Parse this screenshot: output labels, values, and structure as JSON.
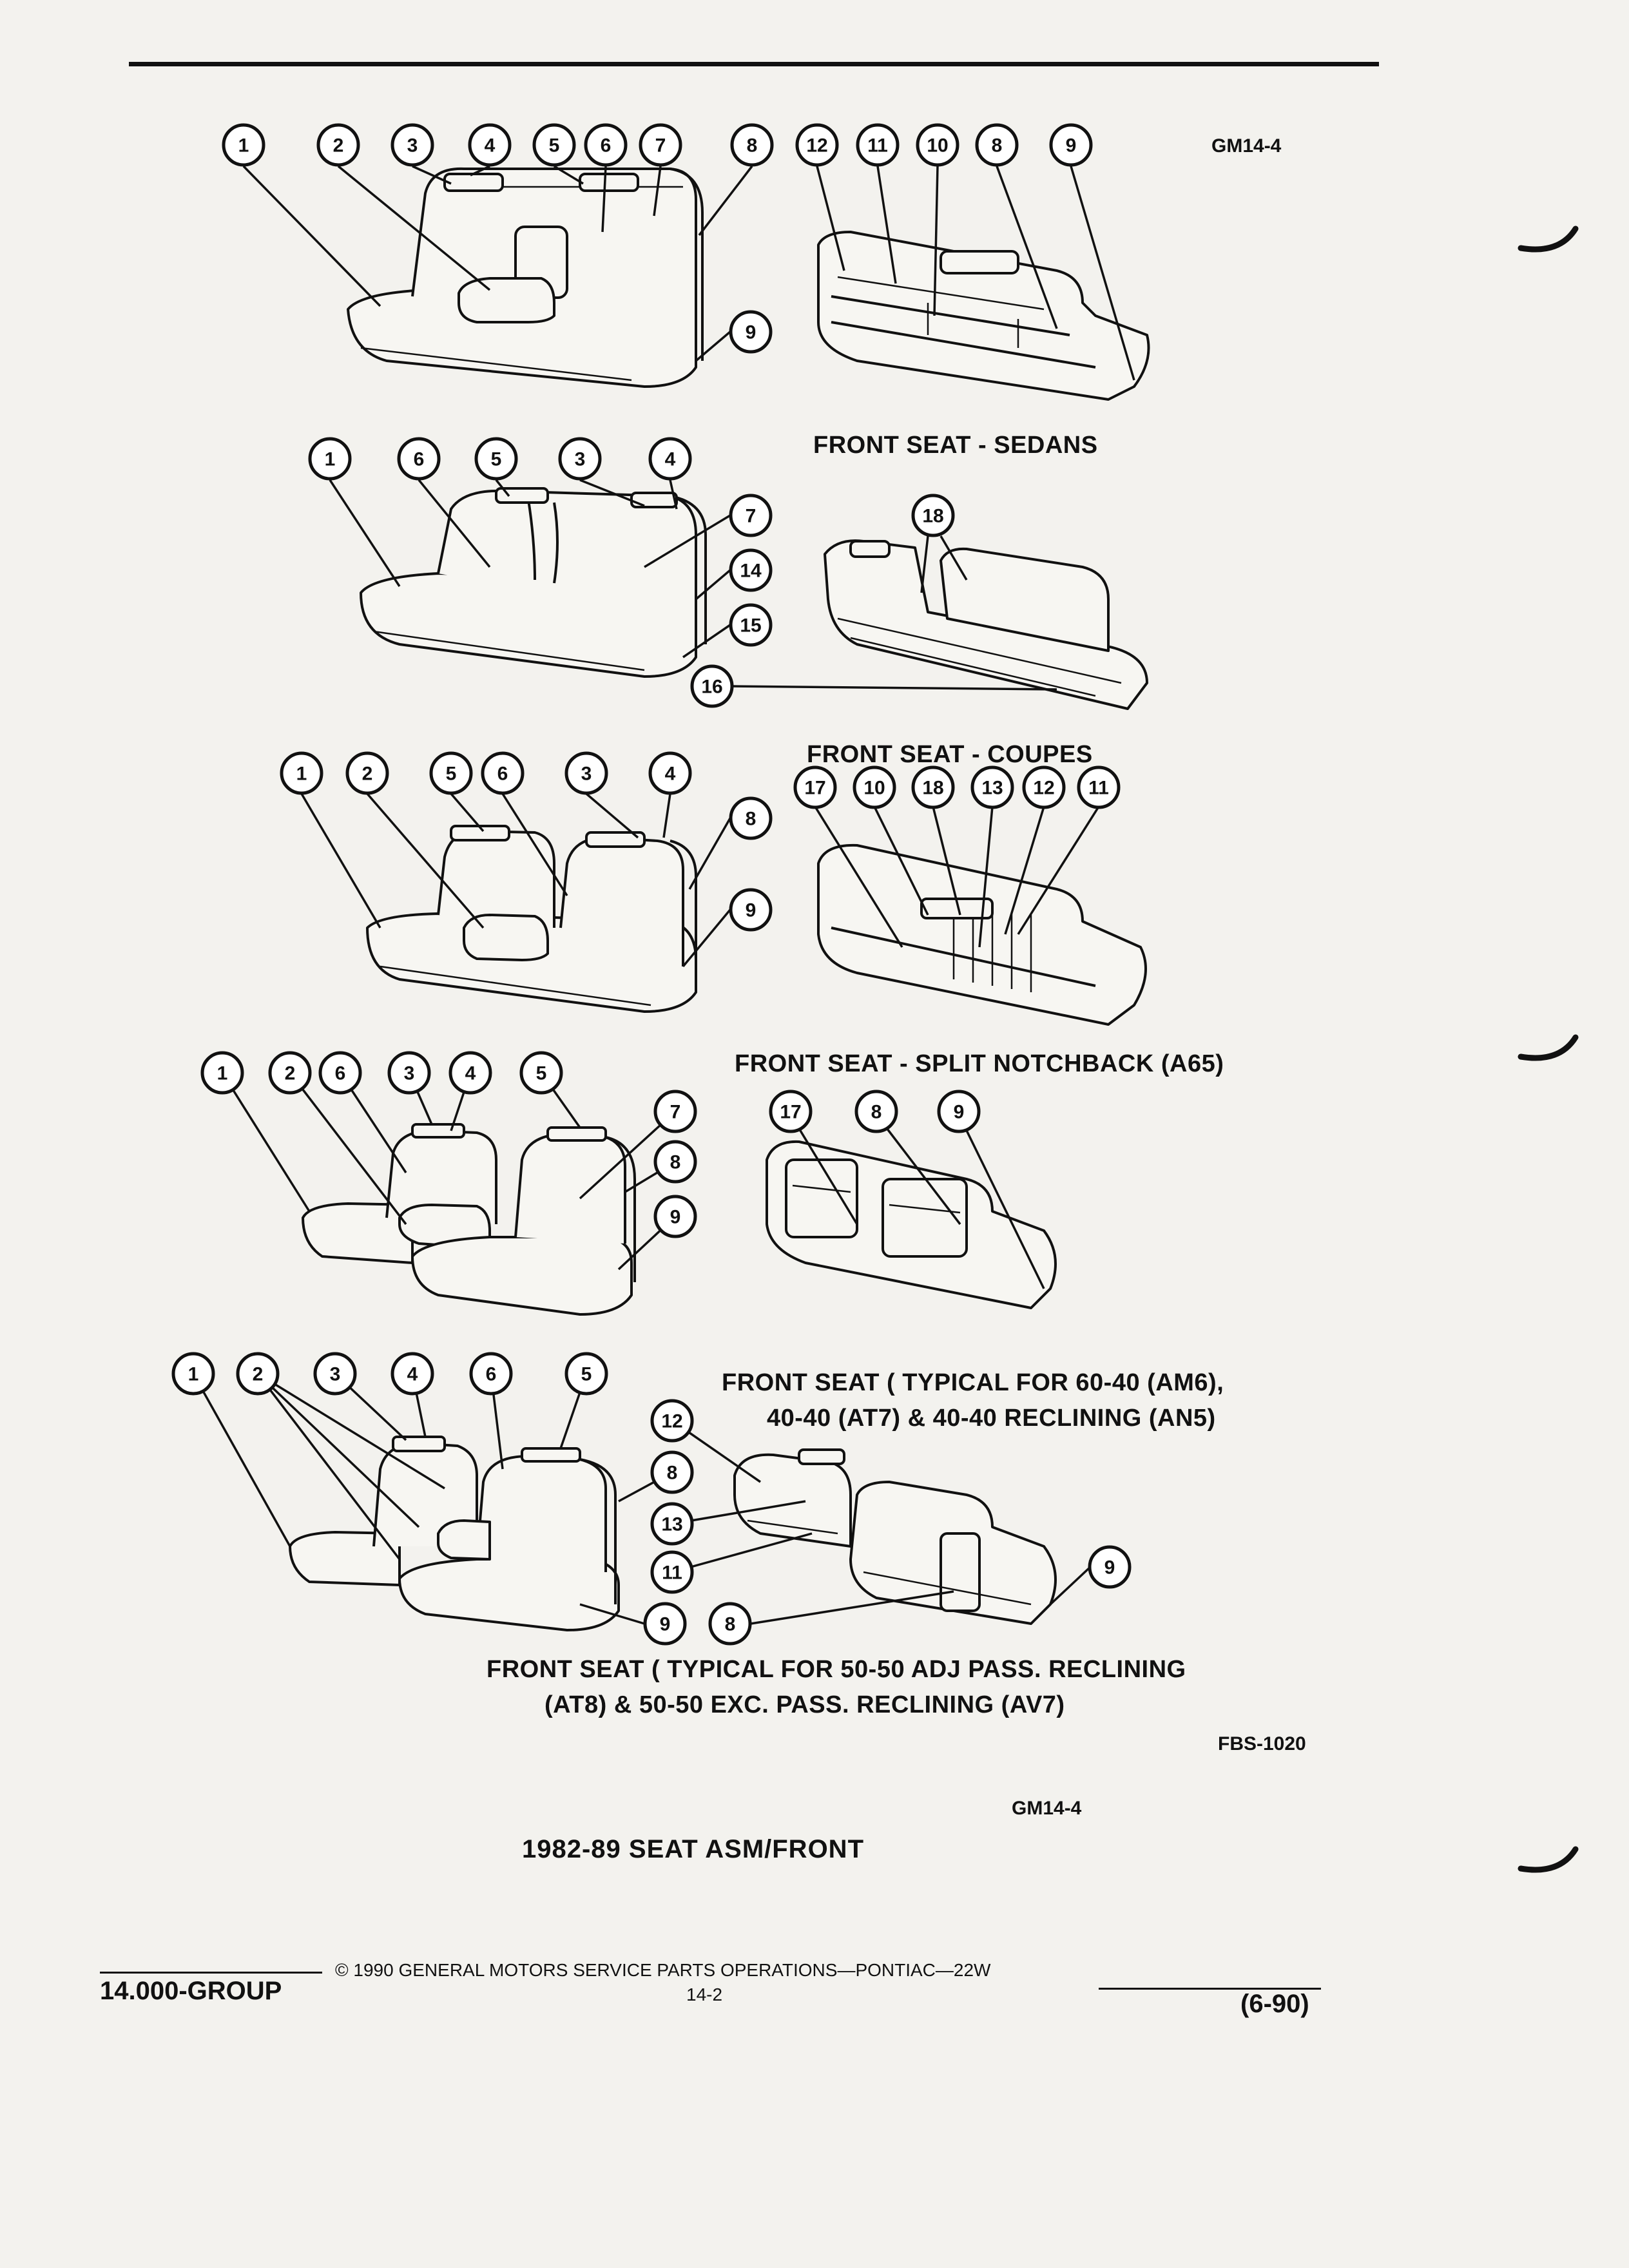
{
  "figure_code_top": "GM14-4",
  "figure_code_bottom": "GM14-4",
  "figure_id": "FBS-1020",
  "main_title": "1982-89 SEAT ASM/FRONT",
  "captions": {
    "sedans": "FRONT SEAT - SEDANS",
    "coupes": "FRONT SEAT - COUPES",
    "split_notchback": "FRONT SEAT - SPLIT NOTCHBACK (A65)",
    "typical_6040_line1": "FRONT SEAT ( TYPICAL FOR 60-40 (AM6),",
    "typical_6040_line2": "40-40 (AT7) & 40-40 RECLINING (AN5)",
    "typical_5050_line1": "FRONT SEAT ( TYPICAL FOR 50-50 ADJ PASS. RECLINING",
    "typical_5050_line2": "(AT8) & 50-50 EXC. PASS. RECLINING (AV7)"
  },
  "callouts": {
    "sedan_front": [
      "1",
      "2",
      "3",
      "4",
      "5",
      "6",
      "7",
      "8",
      "9"
    ],
    "sedan_rear": [
      "12",
      "11",
      "10",
      "8",
      "9"
    ],
    "coupe_front": [
      "1",
      "6",
      "5",
      "3",
      "4",
      "7",
      "14",
      "15"
    ],
    "coupe_rear": [
      "18",
      "16"
    ],
    "split_front": [
      "1",
      "2",
      "5",
      "6",
      "3",
      "4",
      "8",
      "9"
    ],
    "split_rear": [
      "17",
      "10",
      "18",
      "13",
      "12",
      "11"
    ],
    "sixty_front": [
      "1",
      "2",
      "6",
      "3",
      "4",
      "5",
      "7",
      "8",
      "9"
    ],
    "sixty_rear": [
      "17",
      "8",
      "9"
    ],
    "fifty_front": [
      "1",
      "2",
      "3",
      "4",
      "6",
      "5",
      "8",
      "13",
      "11",
      "9",
      "8"
    ],
    "fifty_rear": [
      "12",
      "9"
    ]
  },
  "footer": {
    "group": "14.000-GROUP",
    "copyright": "© 1990 GENERAL MOTORS SERVICE PARTS OPERATIONS—PONTIAC—22W",
    "page": "14-2",
    "date": "(6-90)"
  }
}
